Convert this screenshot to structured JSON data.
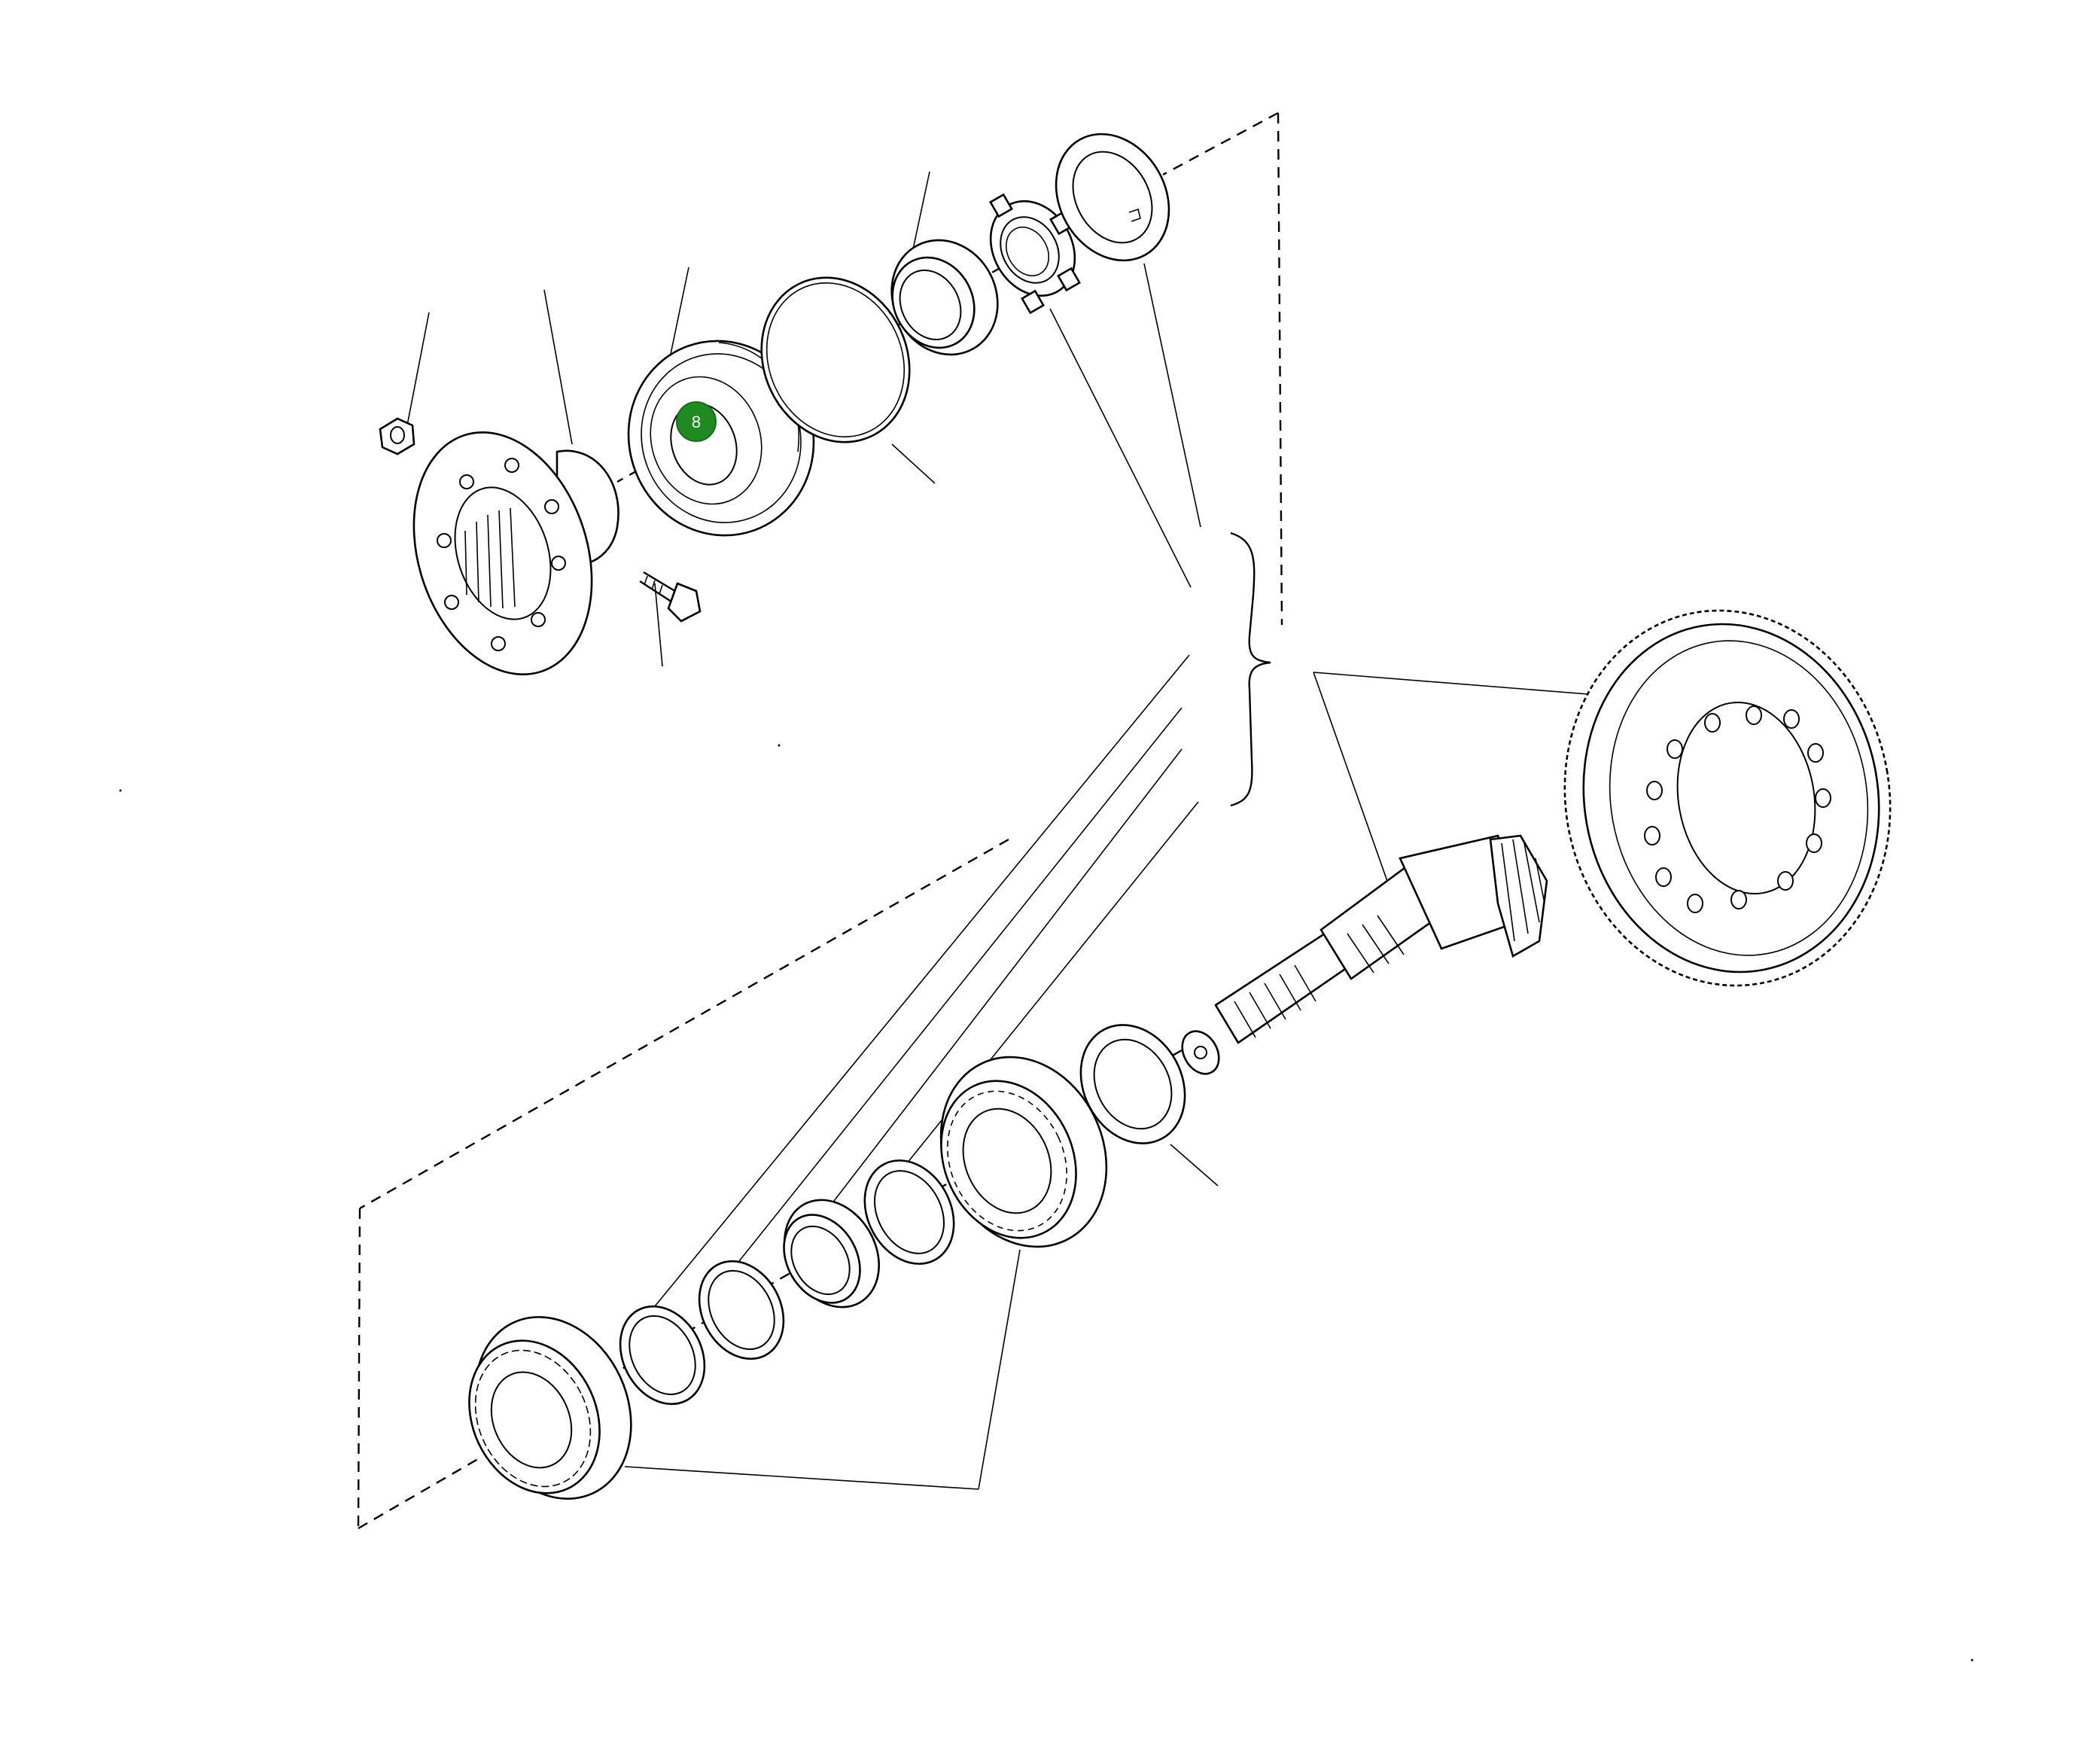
{
  "callouts": [
    {
      "label": "8",
      "color": "#1f8a1f"
    }
  ],
  "parts": [
    "nut",
    "flange",
    "bolt",
    "seal",
    "o-ring",
    "bearing-cup",
    "slotted-nut",
    "lock-washer",
    "ring-gear",
    "pinion-shaft",
    "thrust-washer",
    "tapered-roller-bearing",
    "spacer",
    "shim-ring",
    "roller-bearing"
  ]
}
